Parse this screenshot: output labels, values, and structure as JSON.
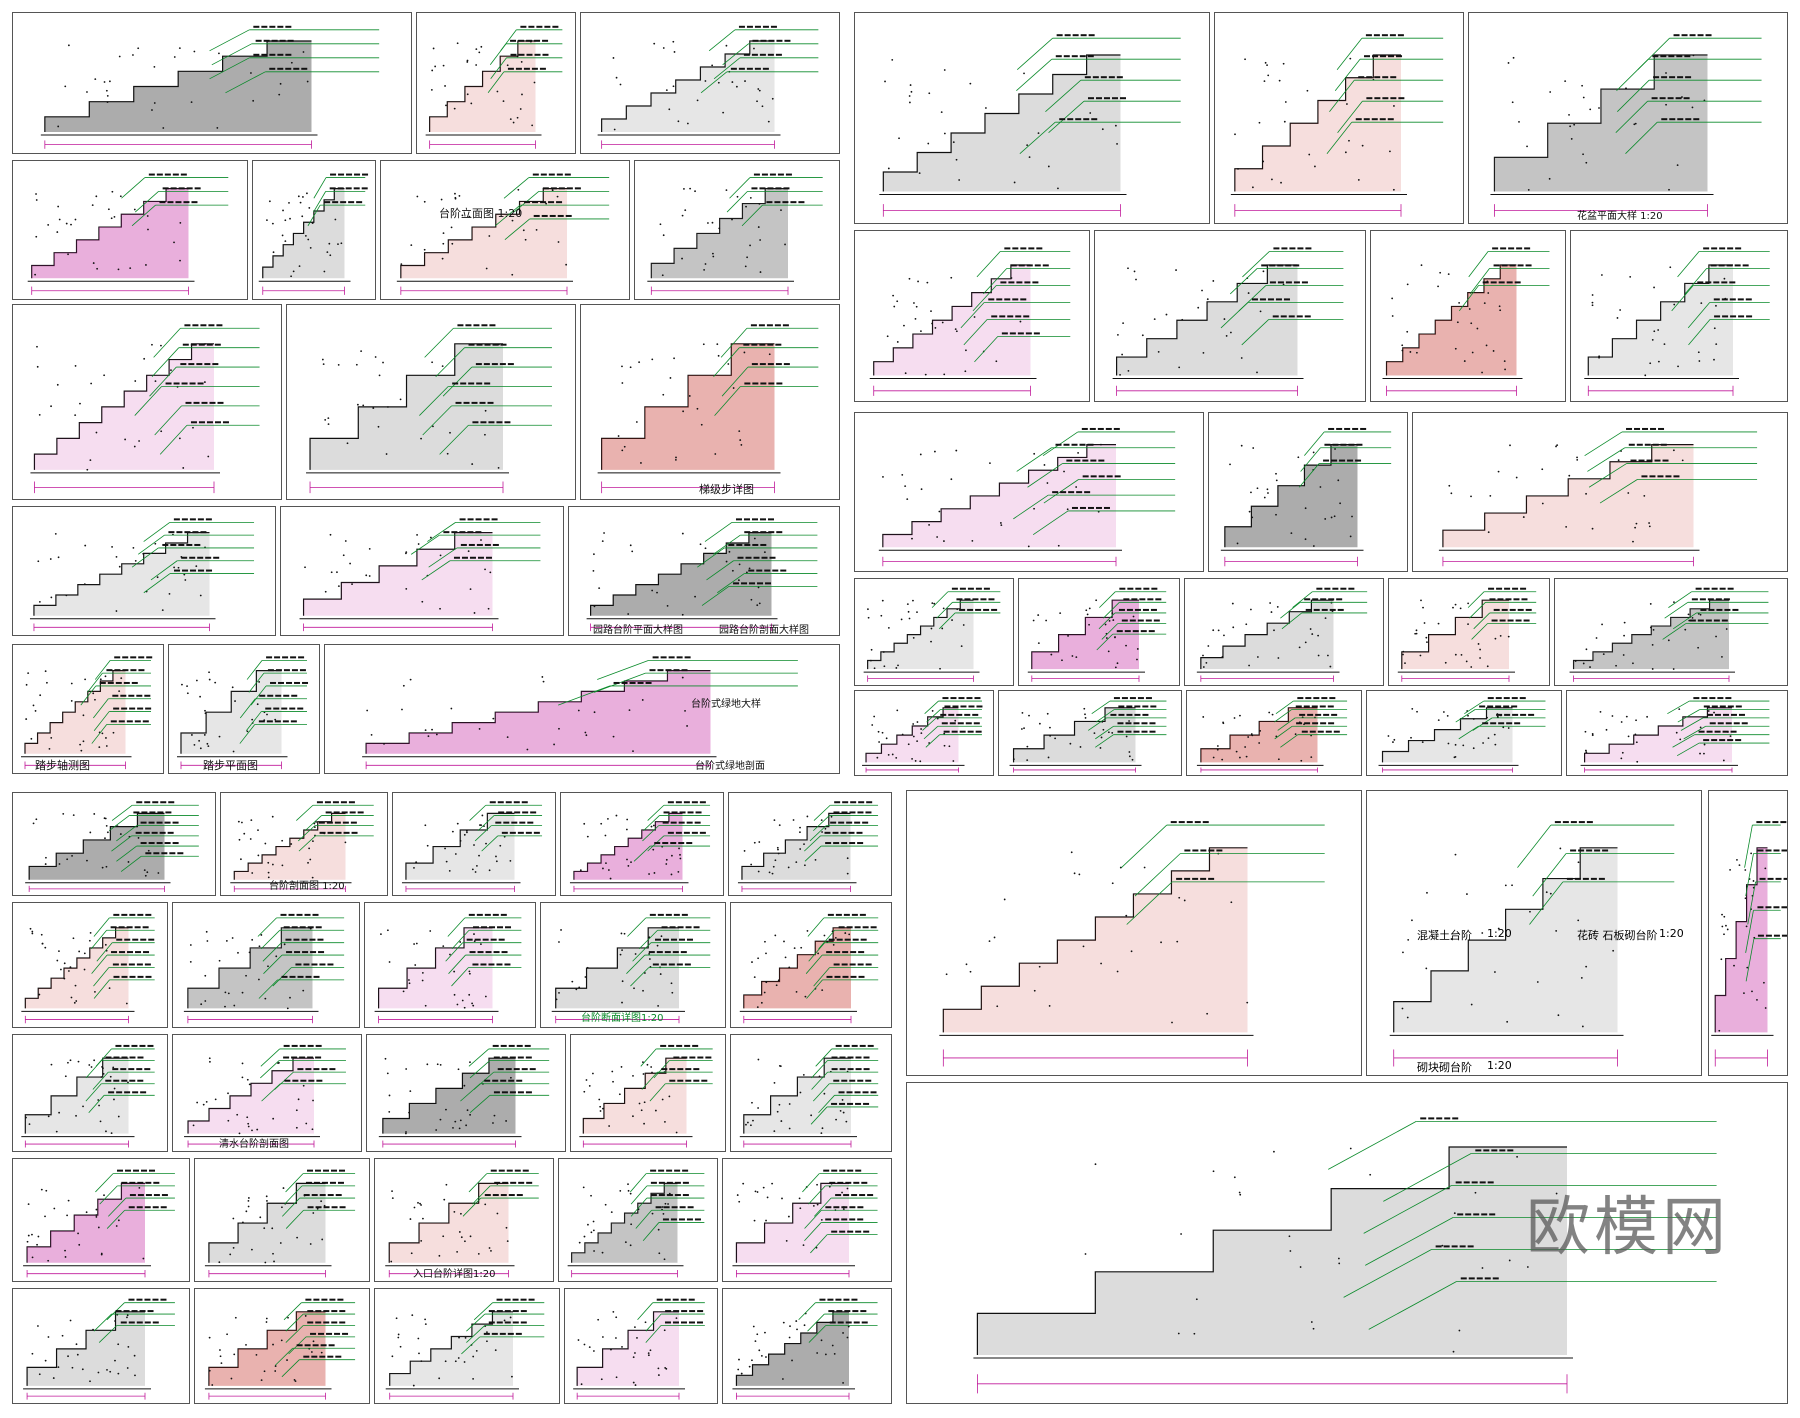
{
  "watermark": "欧模网",
  "labels": {
    "l1": "台阶立面图 1:20",
    "l2": "台阶剖面图 1:20",
    "l3": "台阶断面详图1:20",
    "l4": "清水台阶剖面图",
    "l5": "入口台阶详图1:20",
    "l6": "混凝土台阶",
    "l7": "花砖 石板砌台阶",
    "l8": "砌块砌台阶",
    "l9": "花盆平面大样 1:20",
    "l10": "梯级步详图",
    "l11": "园路台阶平面大样图",
    "l12": "园路台阶剖面大样图",
    "l13": "台阶式绿地剖面",
    "l14": "台阶式绿地大样",
    "l15": "踏步平面图",
    "l16": "踏步轴测图",
    "l17": "1:20",
    "l18": "1:20",
    "l19": "1:20"
  },
  "colors": {
    "green": "#0a8a2a",
    "red": "#c0221b",
    "magenta": "#c0199a",
    "dark": "#111111"
  }
}
